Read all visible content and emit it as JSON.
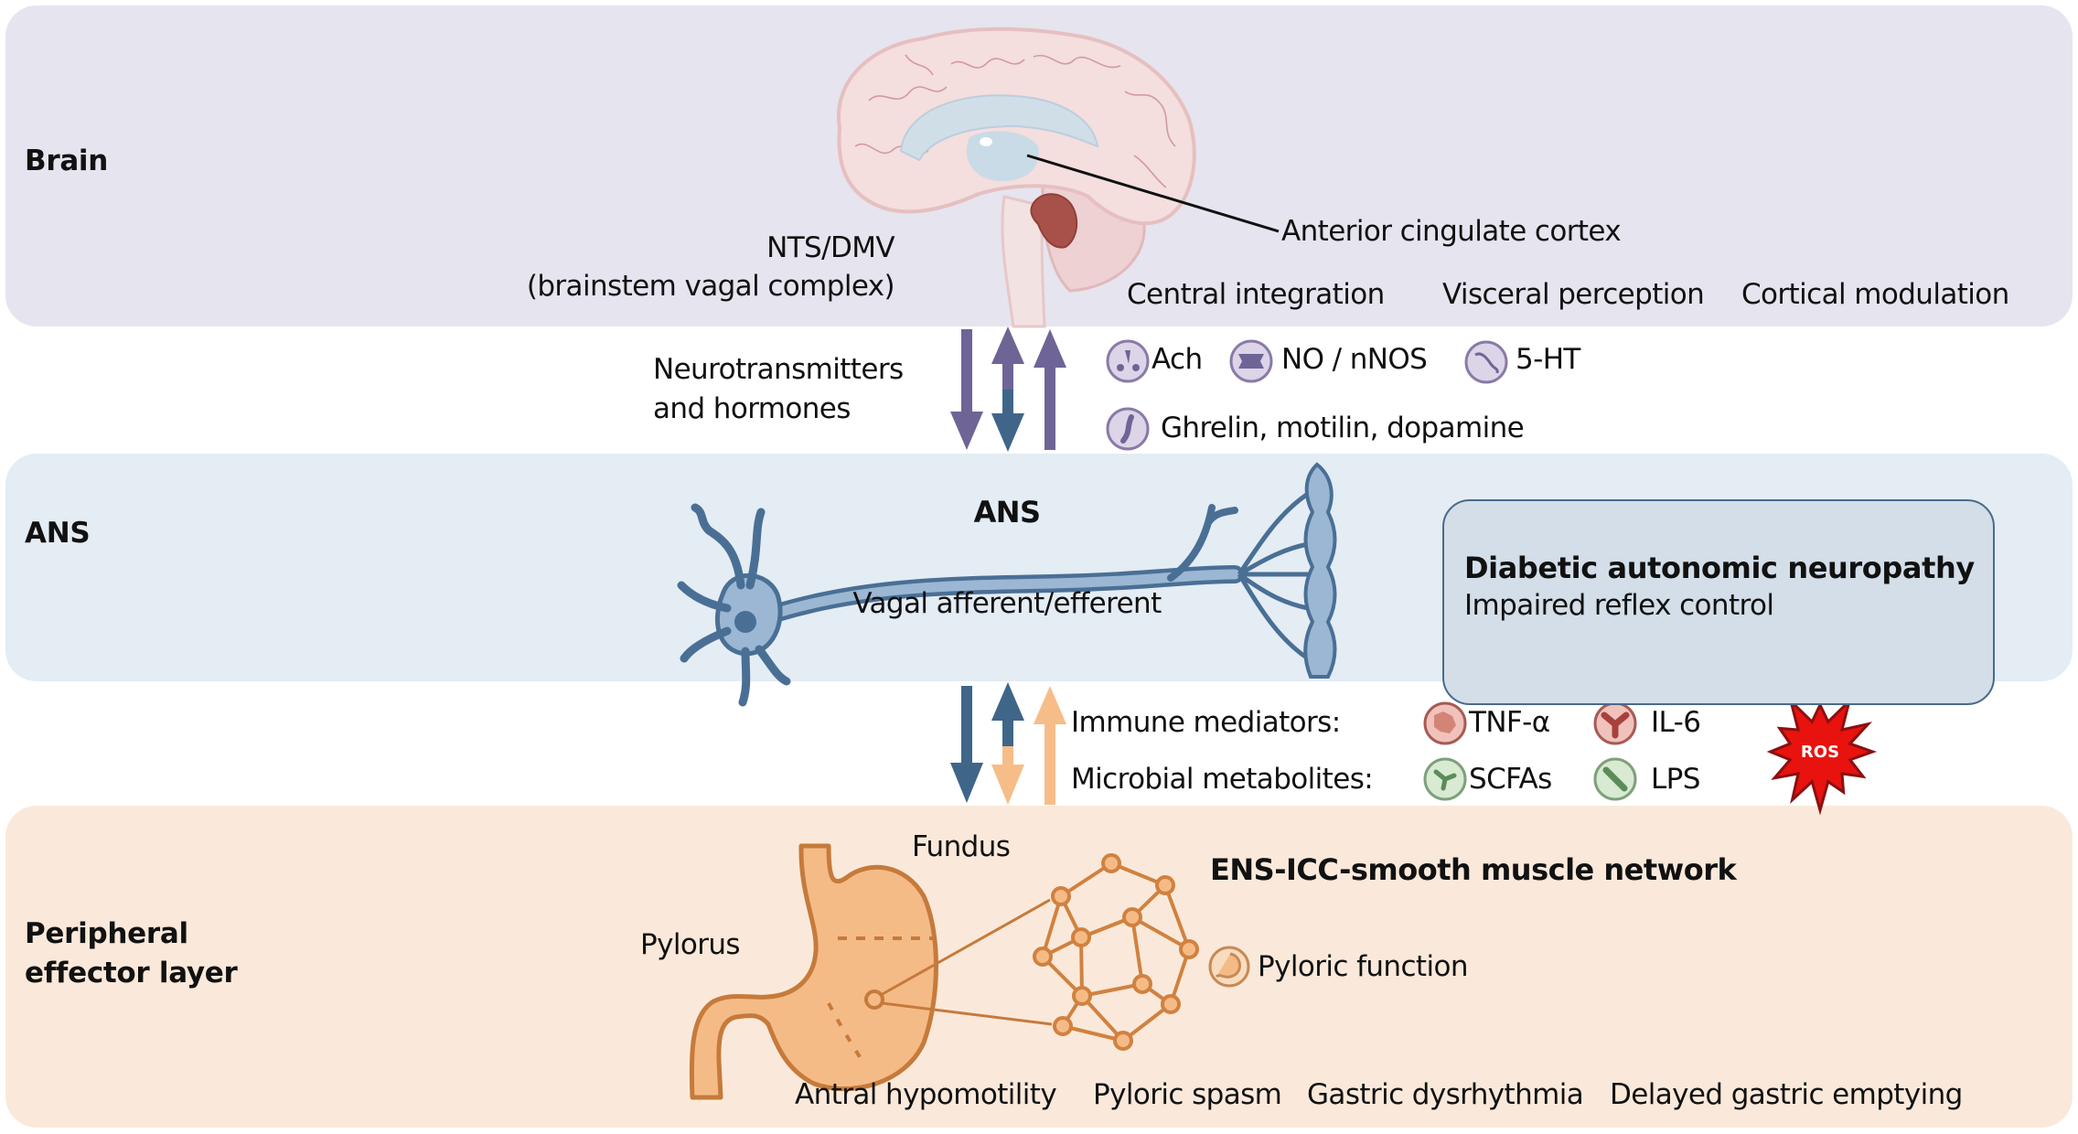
{
  "layers": {
    "brain": "Brain",
    "ans": "ANS",
    "peripheral_line1": "Peripheral",
    "peripheral_line2": "effector layer"
  },
  "brain": {
    "nts_line1": "NTS/DMV",
    "nts_line2": "(brainstem vagal complex)",
    "acc_label": "Anterior cingulate cortex",
    "functions": [
      "Central integration",
      "Visceral perception",
      "Cortical modulation"
    ]
  },
  "brain_ans_link": {
    "label_line1": "Neurotransmitters",
    "label_line2": "and hormones",
    "mediators": [
      {
        "icon": "ach-molecule-icon",
        "label": "Ach"
      },
      {
        "icon": "no-nnos-molecule-icon",
        "label": "NO / nNOS"
      },
      {
        "icon": "serotonin-molecule-icon",
        "label": "5-HT"
      },
      {
        "icon": "hormone-molecule-icon",
        "label": "Ghrelin, motilin, dopamine"
      }
    ]
  },
  "ans": {
    "title": "ANS",
    "subtitle": "Vagal afferent/efferent",
    "box_title": "Diabetic autonomic neuropathy",
    "box_subtitle": "Impaired reflex control"
  },
  "ans_periph_link": {
    "immune_label": "Immune mediators:",
    "microbial_label": "Microbial metabolites:",
    "immune": [
      {
        "icon": "tnf-alpha-icon",
        "label": "TNF-α"
      },
      {
        "icon": "il6-icon",
        "label": "IL-6"
      }
    ],
    "microbial": [
      {
        "icon": "scfa-icon",
        "label": "SCFAs"
      },
      {
        "icon": "lps-icon",
        "label": "LPS"
      }
    ],
    "ros_label": "ROS"
  },
  "peripheral": {
    "fundus": "Fundus",
    "pylorus": "Pylorus",
    "network_title": "ENS-ICC-smooth muscle network",
    "pyloric_function": "Pyloric function",
    "outcomes": [
      "Antral hypomotility",
      "Pyloric spasm",
      "Gastric dysrhythmia",
      "Delayed gastric emptying"
    ]
  },
  "colors": {
    "brain_panel": "#e6e4ee",
    "ans_panel": "#e4ecf4",
    "peripheral_panel": "#fae9da",
    "purple_arrow": "#6f6496",
    "blue_arrow": "#3f6689",
    "orange_arrow": "#f6bd88",
    "neuron": "#4a6f95",
    "stomach": "#f5bb87",
    "stomach_outline": "#c67a3b",
    "ros": "#e8120f"
  }
}
